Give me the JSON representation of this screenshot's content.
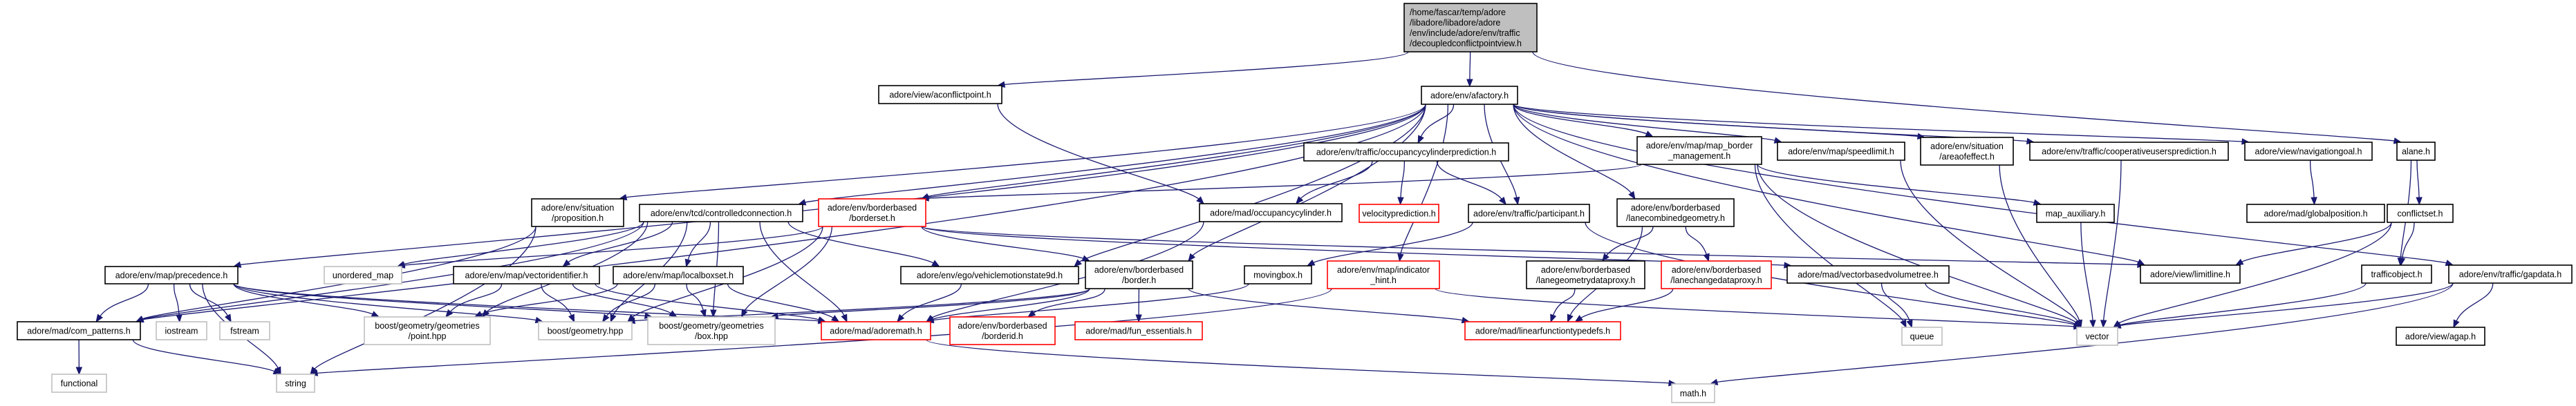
{
  "diagram": {
    "type": "include-dependency-graph",
    "colors": {
      "edge": "#191970",
      "root_fill": "#bfbfbf",
      "normal_border": "#000000",
      "missing_border": "#ff0000",
      "external_border": "#bfbfbf"
    },
    "nodes": [
      {
        "id": "root",
        "label": [
          "/home/fascar/temp/adore",
          "/libadore/libadore/adore",
          "/env/include/adore/env/traffic",
          "/decoupledconflictpointview.h"
        ],
        "kind": "root"
      },
      {
        "id": "aconflictpoint",
        "label": [
          "adore/view/aconflictpoint.h"
        ],
        "kind": "normal"
      },
      {
        "id": "afactory",
        "label": [
          "adore/env/afactory.h"
        ],
        "kind": "normal"
      },
      {
        "id": "alane",
        "label": [
          "alane.h"
        ],
        "kind": "normal"
      },
      {
        "id": "proposition",
        "label": [
          "adore/env/situation",
          "/proposition.h"
        ],
        "kind": "normal"
      },
      {
        "id": "controlledconnection",
        "label": [
          "adore/env/tcd/controlledconnection.h"
        ],
        "kind": "normal"
      },
      {
        "id": "borderset",
        "label": [
          "adore/env/borderbased",
          "/borderset.h"
        ],
        "kind": "missing"
      },
      {
        "id": "occupancycylinder",
        "label": [
          "adore/mad/occupancycylinder.h"
        ],
        "kind": "normal"
      },
      {
        "id": "occupancycylinderprediction",
        "label": [
          "adore/env/traffic/occupancycylinderprediction.h"
        ],
        "kind": "normal"
      },
      {
        "id": "velocityprediction",
        "label": [
          "velocityprediction.h"
        ],
        "kind": "missing"
      },
      {
        "id": "participant",
        "label": [
          "adore/env/traffic/participant.h"
        ],
        "kind": "normal"
      },
      {
        "id": "lanecombinedgeometry",
        "label": [
          "adore/env/borderbased",
          "/lanecombinedgeometry.h"
        ],
        "kind": "normal"
      },
      {
        "id": "map_border_management",
        "label": [
          "adore/env/map/map_border",
          "_management.h"
        ],
        "kind": "normal"
      },
      {
        "id": "speedlimit",
        "label": [
          "adore/env/map/speedlimit.h"
        ],
        "kind": "normal"
      },
      {
        "id": "areaofeffect",
        "label": [
          "adore/env/situation",
          "/areaofeffect.h"
        ],
        "kind": "normal"
      },
      {
        "id": "cooperativeusersprediction",
        "label": [
          "adore/env/traffic/cooperativeusersprediction.h"
        ],
        "kind": "normal"
      },
      {
        "id": "navigationgoal",
        "label": [
          "adore/view/navigationgoal.h"
        ],
        "kind": "normal"
      },
      {
        "id": "map_auxiliary",
        "label": [
          "map_auxiliary.h"
        ],
        "kind": "normal"
      },
      {
        "id": "globalposition",
        "label": [
          "adore/mad/globalposition.h"
        ],
        "kind": "normal"
      },
      {
        "id": "conflictset",
        "label": [
          "conflictset.h"
        ],
        "kind": "normal"
      },
      {
        "id": "precedence",
        "label": [
          "adore/env/map/precedence.h"
        ],
        "kind": "normal"
      },
      {
        "id": "unordered_map",
        "label": [
          "unordered_map"
        ],
        "kind": "external"
      },
      {
        "id": "vectoridentifier",
        "label": [
          "adore/env/map/vectoridentifier.h"
        ],
        "kind": "normal"
      },
      {
        "id": "localboxset",
        "label": [
          "adore/env/map/localboxset.h"
        ],
        "kind": "normal"
      },
      {
        "id": "vehiclemotionstate9d",
        "label": [
          "adore/env/ego/vehiclemotionstate9d.h"
        ],
        "kind": "normal"
      },
      {
        "id": "border",
        "label": [
          "adore/env/borderbased",
          "/border.h"
        ],
        "kind": "normal"
      },
      {
        "id": "movingbox",
        "label": [
          "movingbox.h"
        ],
        "kind": "normal"
      },
      {
        "id": "indicator_hint",
        "label": [
          "adore/env/map/indicator",
          "_hint.h"
        ],
        "kind": "missing"
      },
      {
        "id": "lanegeometrydataproxy",
        "label": [
          "adore/env/borderbased",
          "/lanegeometrydataproxy.h"
        ],
        "kind": "normal"
      },
      {
        "id": "lanechangedataproxy",
        "label": [
          "adore/env/borderbased",
          "/lanechangedataproxy.h"
        ],
        "kind": "missing"
      },
      {
        "id": "vectorbasedvolumetree",
        "label": [
          "adore/mad/vectorbasedvolumetree.h"
        ],
        "kind": "normal"
      },
      {
        "id": "limitline",
        "label": [
          "adore/view/limitline.h"
        ],
        "kind": "normal"
      },
      {
        "id": "trafficobject",
        "label": [
          "trafficobject.h"
        ],
        "kind": "normal"
      },
      {
        "id": "gapdata",
        "label": [
          "adore/env/traffic/gapdata.h"
        ],
        "kind": "normal"
      },
      {
        "id": "com_patterns",
        "label": [
          "adore/mad/com_patterns.h"
        ],
        "kind": "normal"
      },
      {
        "id": "iostream",
        "label": [
          "iostream"
        ],
        "kind": "external"
      },
      {
        "id": "fstream",
        "label": [
          "fstream"
        ],
        "kind": "external"
      },
      {
        "id": "point_hpp",
        "label": [
          "boost/geometry/geometries",
          "/point.hpp"
        ],
        "kind": "external"
      },
      {
        "id": "geometry_hpp",
        "label": [
          "boost/geometry.hpp"
        ],
        "kind": "external"
      },
      {
        "id": "box_hpp",
        "label": [
          "boost/geometry/geometries",
          "/box.hpp"
        ],
        "kind": "external"
      },
      {
        "id": "adoremath",
        "label": [
          "adore/mad/adoremath.h"
        ],
        "kind": "missing"
      },
      {
        "id": "borderid",
        "label": [
          "adore/env/borderbased",
          "/borderid.h"
        ],
        "kind": "missing"
      },
      {
        "id": "fun_essentials",
        "label": [
          "adore/mad/fun_essentials.h"
        ],
        "kind": "missing"
      },
      {
        "id": "linearfunctiontypedefs",
        "label": [
          "adore/mad/linearfunctiontypedefs.h"
        ],
        "kind": "missing"
      },
      {
        "id": "queue",
        "label": [
          "queue"
        ],
        "kind": "external"
      },
      {
        "id": "vector",
        "label": [
          "vector"
        ],
        "kind": "external"
      },
      {
        "id": "agap",
        "label": [
          "adore/view/agap.h"
        ],
        "kind": "normal"
      },
      {
        "id": "functional",
        "label": [
          "functional"
        ],
        "kind": "external"
      },
      {
        "id": "string",
        "label": [
          "string"
        ],
        "kind": "external"
      },
      {
        "id": "math_h",
        "label": [
          "math.h"
        ],
        "kind": "external"
      }
    ],
    "edges": [
      [
        "root",
        "aconflictpoint"
      ],
      [
        "root",
        "afactory"
      ],
      [
        "root",
        "alane"
      ],
      [
        "aconflictpoint",
        "occupancycylinder"
      ],
      [
        "afactory",
        "proposition"
      ],
      [
        "afactory",
        "controlledconnection"
      ],
      [
        "afactory",
        "borderset"
      ],
      [
        "afactory",
        "occupancycylinderprediction"
      ],
      [
        "afactory",
        "participant"
      ],
      [
        "afactory",
        "lanecombinedgeometry"
      ],
      [
        "afactory",
        "map_border_management"
      ],
      [
        "afactory",
        "speedlimit"
      ],
      [
        "afactory",
        "areaofeffect"
      ],
      [
        "afactory",
        "cooperativeusersprediction"
      ],
      [
        "afactory",
        "navigationgoal"
      ],
      [
        "afactory",
        "precedence"
      ],
      [
        "afactory",
        "vehiclemotionstate9d"
      ],
      [
        "afactory",
        "border"
      ],
      [
        "afactory",
        "indicator_hint"
      ],
      [
        "afactory",
        "gapdata"
      ],
      [
        "afactory",
        "com_patterns"
      ],
      [
        "afactory",
        "limitline"
      ],
      [
        "occupancycylinderprediction",
        "occupancycylinder"
      ],
      [
        "occupancycylinderprediction",
        "velocityprediction"
      ],
      [
        "occupancycylinderprediction",
        "participant"
      ],
      [
        "map_border_management",
        "borderset"
      ],
      [
        "map_border_management",
        "map_auxiliary"
      ],
      [
        "map_border_management",
        "vector"
      ],
      [
        "map_border_management",
        "queue"
      ],
      [
        "speedlimit",
        "vector"
      ],
      [
        "areaofeffect",
        "vector"
      ],
      [
        "cooperativeusersprediction",
        "vector"
      ],
      [
        "navigationgoal",
        "globalposition"
      ],
      [
        "alane",
        "conflictset"
      ],
      [
        "alane",
        "trafficobject"
      ],
      [
        "conflictset",
        "limitline"
      ],
      [
        "conflictset",
        "trafficobject"
      ],
      [
        "conflictset",
        "vector"
      ],
      [
        "map_auxiliary",
        "vector"
      ],
      [
        "proposition",
        "com_patterns"
      ],
      [
        "proposition",
        "string"
      ],
      [
        "controlledconnection",
        "vectoridentifier"
      ],
      [
        "controlledconnection",
        "localboxset"
      ],
      [
        "controlledconnection",
        "unordered_map"
      ],
      [
        "controlledconnection",
        "vehiclemotionstate9d"
      ],
      [
        "controlledconnection",
        "adoremath"
      ],
      [
        "controlledconnection",
        "geometry_hpp"
      ],
      [
        "controlledconnection",
        "box_hpp"
      ],
      [
        "controlledconnection",
        "point_hpp"
      ],
      [
        "controlledconnection",
        "com_patterns"
      ],
      [
        "borderset",
        "border"
      ],
      [
        "borderset",
        "vectorbasedvolumetree"
      ],
      [
        "borderset",
        "geometry_hpp"
      ],
      [
        "borderset",
        "box_hpp"
      ],
      [
        "borderset",
        "unordered_map"
      ],
      [
        "borderset",
        "limitline"
      ],
      [
        "occupancycylinder",
        "adoremath"
      ],
      [
        "participant",
        "movingbox"
      ],
      [
        "participant",
        "vector"
      ],
      [
        "lanecombinedgeometry",
        "lanegeometrydataproxy"
      ],
      [
        "lanecombinedgeometry",
        "lanechangedataproxy"
      ],
      [
        "lanecombinedgeometry",
        "linearfunctiontypedefs"
      ],
      [
        "precedence",
        "com_patterns"
      ],
      [
        "precedence",
        "iostream"
      ],
      [
        "precedence",
        "fstream"
      ],
      [
        "precedence",
        "string"
      ],
      [
        "precedence",
        "point_hpp"
      ],
      [
        "precedence",
        "geometry_hpp"
      ],
      [
        "precedence",
        "box_hpp"
      ],
      [
        "precedence",
        "adoremath"
      ],
      [
        "vectoridentifier",
        "point_hpp"
      ],
      [
        "vectoridentifier",
        "geometry_hpp"
      ],
      [
        "vectoridentifier",
        "box_hpp"
      ],
      [
        "vectoridentifier",
        "adoremath"
      ],
      [
        "localboxset",
        "point_hpp"
      ],
      [
        "localboxset",
        "geometry_hpp"
      ],
      [
        "localboxset",
        "box_hpp"
      ],
      [
        "localboxset",
        "adoremath"
      ],
      [
        "vehiclemotionstate9d",
        "adoremath"
      ],
      [
        "border",
        "borderid"
      ],
      [
        "border",
        "fun_essentials"
      ],
      [
        "border",
        "adoremath"
      ],
      [
        "border",
        "linearfunctiontypedefs"
      ],
      [
        "border",
        "geometry_hpp"
      ],
      [
        "border",
        "box_hpp"
      ],
      [
        "movingbox",
        "adoremath"
      ],
      [
        "indicator_hint",
        "string"
      ],
      [
        "indicator_hint",
        "vector"
      ],
      [
        "lanegeometrydataproxy",
        "linearfunctiontypedefs"
      ],
      [
        "lanechangedataproxy",
        "linearfunctiontypedefs"
      ],
      [
        "vectorbasedvolumetree",
        "queue"
      ],
      [
        "vectorbasedvolumetree",
        "vector"
      ],
      [
        "trafficobject",
        "vector"
      ],
      [
        "gapdata",
        "agap"
      ],
      [
        "gapdata",
        "vector"
      ],
      [
        "gapdata",
        "math_h"
      ],
      [
        "com_patterns",
        "functional"
      ],
      [
        "com_patterns",
        "string"
      ],
      [
        "adoremath",
        "math_h"
      ]
    ]
  }
}
